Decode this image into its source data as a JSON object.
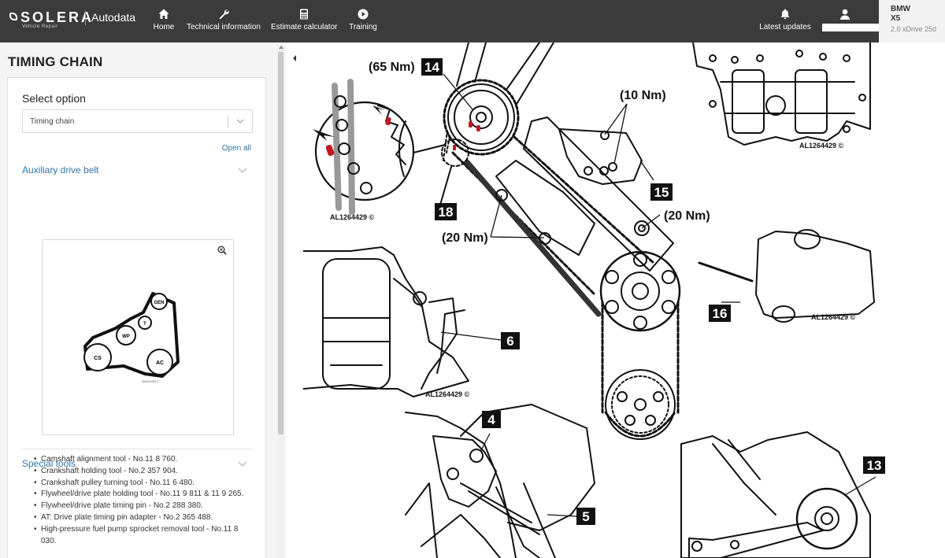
{
  "brand": {
    "logo_text": "SOLERA",
    "logo_sub": "Vehicle Repair",
    "product": "Autodata"
  },
  "nav": [
    {
      "label": "Home",
      "icon": "home-icon"
    },
    {
      "label": "Technical information",
      "icon": "wrench-icon"
    },
    {
      "label": "Estimate calculator",
      "icon": "calculator-icon"
    },
    {
      "label": "Training",
      "icon": "play-icon"
    }
  ],
  "header_right": {
    "updates_label": "Latest updates",
    "updates_icon": "bell-icon",
    "user_icon": "user-icon"
  },
  "vehicle": {
    "make": "BMW",
    "model": "X5",
    "variant": "2.0 xDrive 25d"
  },
  "page": {
    "title": "TIMING CHAIN"
  },
  "selector": {
    "title": "Select option",
    "value": "Timing chain",
    "open_all": "Open all"
  },
  "sections": {
    "aux_belt": "Auxiliary drive belt",
    "special_tools": "Special tools"
  },
  "belt_diagram": {
    "pulleys": [
      "GEN",
      "T",
      "WP",
      "CS",
      "AC"
    ],
    "ref": "AB1191263 ©"
  },
  "special_tools": [
    "Camshaft alignment tool - No.11 8 760.",
    "Crankshaft holding tool - No.2 357 904.",
    "Crankshaft pulley turning tool - No.11 6 480.",
    "Flywheel/drive plate holding tool - No.11 9 811 & 11 9 265.",
    "Flywheel/drive plate timing pin - No.2 288 380.",
    "AT: Drive plate timing pin adapter - No.2 365 488.",
    "High-pressure fuel pump sprocket removal tool - No.11 8 030."
  ],
  "diagram": {
    "torques": [
      "(65 Nm)",
      "(10 Nm)",
      "(20 Nm)",
      "(20 Nm)"
    ],
    "refs": [
      "AL1264429 ©",
      "AL1264429 ©",
      "AL1264429 ©",
      "AL1264429 ©"
    ],
    "callouts": [
      "14",
      "15",
      "18",
      "16",
      "6",
      "4",
      "5",
      "13"
    ]
  },
  "colors": {
    "topbar": "#3b3b3b",
    "accent": "#2f74a8",
    "marker": "#c0191f"
  }
}
